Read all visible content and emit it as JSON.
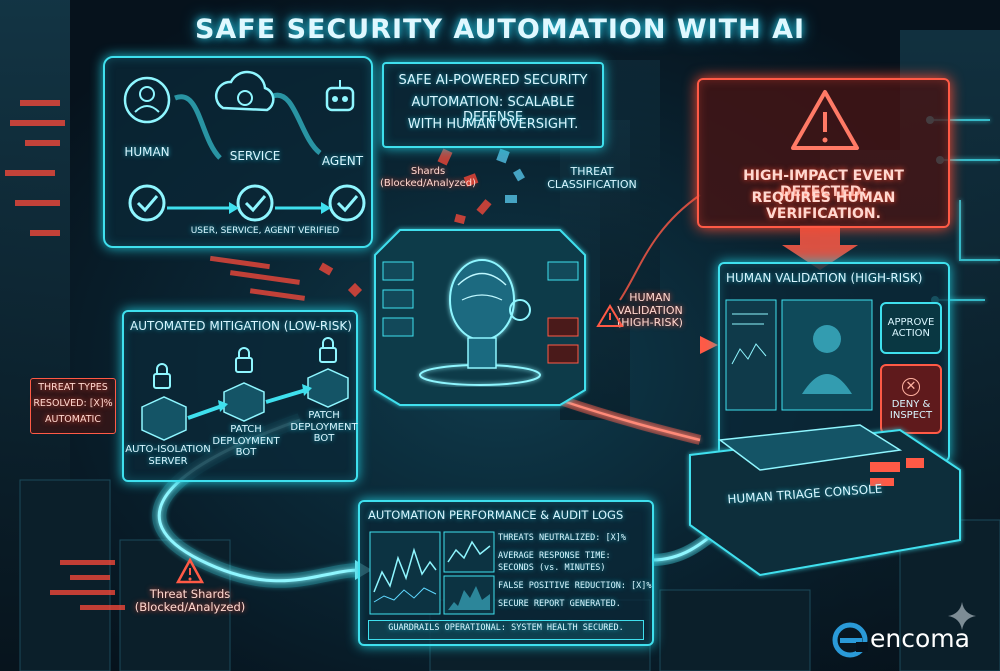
{
  "header": {
    "title": "SAFE SECURITY AUTOMATION WITH AI"
  },
  "top_banner": {
    "line1": "SAFE AI-POWERED SECURITY",
    "line2": "AUTOMATION: SCALABLE DEFENSE",
    "line3": "WITH HUMAN OVERSIGHT."
  },
  "identity_panel": {
    "human_label": "HUMAN",
    "service_label": "SERVICE",
    "agent_label": "AGENT",
    "verified_label": "USER, SERVICE, AGENT VERIFIED"
  },
  "center": {
    "shards_label_line1": "Shards",
    "shards_label_line2": "(Blocked/Analyzed)",
    "classification_line1": "THREAT",
    "classification_line2": "CLASSIFICATION",
    "human_validation_line1": "HUMAN",
    "human_validation_line2": "VALIDATION",
    "human_validation_line3": "(HIGH-RISK)"
  },
  "alert_panel": {
    "line1": "HIGH-IMPACT EVENT DETECTED:",
    "line2": "REQUIRES HUMAN VERIFICATION."
  },
  "mitigation_panel": {
    "title": "AUTOMATED MITIGATION (LOW-RISK)",
    "node1_line1": "AUTO-ISOLATION",
    "node1_line2": "SERVER",
    "node2_line1": "PATCH",
    "node2_line2": "DEPLOYMENT",
    "node2_line3": "BOT",
    "node3_line1": "PATCH",
    "node3_line2": "DEPLOYMENT",
    "node3_line3": "BOT"
  },
  "threat_types": {
    "line1": "THREAT TYPES",
    "line2": "RESOLVED: [X]%",
    "line3": "AUTOMATIC"
  },
  "validation_panel": {
    "title": "HUMAN VALIDATION (HIGH-RISK)",
    "approve_line1": "APPROVE",
    "approve_line2": "ACTION",
    "deny_line1": "DENY &",
    "deny_line2": "INSPECT",
    "console_label": "HUMAN TRIAGE CONSOLE"
  },
  "performance_panel": {
    "title": "AUTOMATION PERFORMANCE & AUDIT LOGS",
    "stat1": "THREATS NEUTRALIZED: [X]%",
    "stat2_line1": "AVERAGE RESPONSE TIME:",
    "stat2_line2": "SECONDS (vs. MINUTES)",
    "stat3": "FALSE POSITIVE REDUCTION: [X]%",
    "stat4": "SECURE REPORT GENERATED.",
    "footer": "GUARDRAILS OPERATIONAL: SYSTEM HEALTH SECURED."
  },
  "bottom_left": {
    "line1": "Threat Shards",
    "line2": "(Blocked/Analyzed)"
  },
  "brand": {
    "name": "encoma"
  },
  "colors": {
    "cyan": "#3fe0ee",
    "red": "#ff5a46",
    "background": "#06121c"
  }
}
